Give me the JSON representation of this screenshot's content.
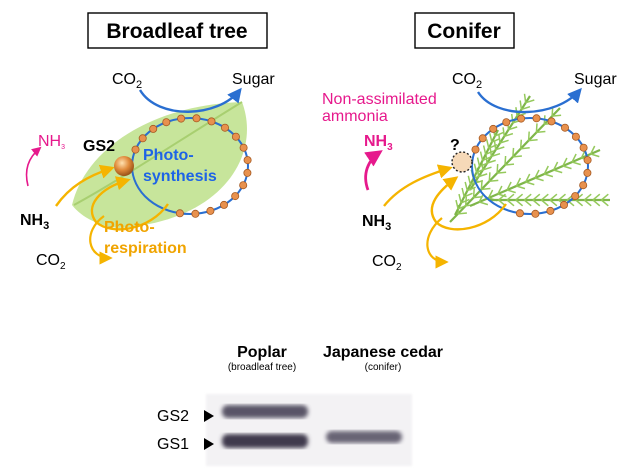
{
  "colors": {
    "cycle_blue": "#2a6fd1",
    "photosynthesis_blue": "#1e64e6",
    "photorespiration_orange": "#f0a400",
    "arrow_orange": "#f5b400",
    "ammonia_magenta": "#e6198c",
    "node_orange": "#e0894a",
    "leaf_green": "#bde08a",
    "needle_green": "#8fc655"
  },
  "broadleaf": {
    "title": "Broadleaf tree",
    "co2_top": "CO",
    "co2_sub": "2",
    "sugar": "Sugar",
    "gs2": "GS2",
    "photosynthesis_line1": "Photo-",
    "photosynthesis_line2": "synthesis",
    "photorespiration_line1": "Photo-",
    "photorespiration_line2": "respiration",
    "nh3_small_main": "NH",
    "nh3_small_sub": "3",
    "nh3_main": "NH",
    "nh3_sub": "3",
    "co2_bottom": "CO",
    "co2_bottom_sub": "2"
  },
  "conifer": {
    "title": "Conifer",
    "co2_top": "CO",
    "co2_sub": "2",
    "sugar": "Sugar",
    "non_assimilated_line1": "Non-assimilated",
    "non_assimilated_line2": "ammonia",
    "nh3_magenta_main": "NH",
    "nh3_magenta_sub": "3",
    "question": "?",
    "nh3_main": "NH",
    "nh3_sub": "3",
    "co2_bottom": "CO",
    "co2_bottom_sub": "2"
  },
  "gel": {
    "lane1_title": "Poplar",
    "lane1_sub": "(broadleaf tree)",
    "lane2_title": "Japanese cedar",
    "lane2_sub": "(conifer)",
    "band_gs2": "GS2",
    "band_gs1": "GS1"
  }
}
